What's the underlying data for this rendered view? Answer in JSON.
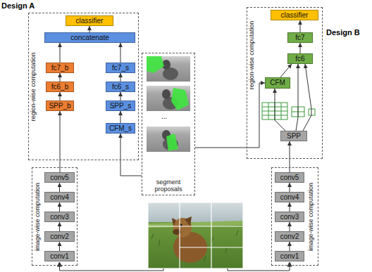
{
  "diagram": {
    "nodes": [
      {
        "text": [
          "region-wise computation"
        ]
      },
      {
        "text": [
          "classifier"
        ],
        "in": 0
      },
      {
        "text": [
          "concatenate"
        ],
        "in": 0
      },
      {
        "text": [
          "fc7_b"
        ],
        "in": 0
      },
      {
        "text": [
          "fc6_b"
        ],
        "in": 0
      },
      {
        "text": [
          "SPP_b"
        ],
        "in": 0
      },
      {
        "text": [
          "fc7_s"
        ],
        "in": 0
      },
      {
        "text": [
          "fc6_s"
        ],
        "in": 0
      },
      {
        "text": [
          "SPP_s"
        ],
        "in": 0
      },
      {
        "text": [
          "CFM_s"
        ],
        "in": 0
      },
      {
        "text": [
          "region-wise computation"
        ]
      },
      {
        "text": [
          "classifier"
        ],
        "in": 10
      },
      {
        "text": [
          "fc7"
        ],
        "in": 10
      },
      {
        "text": [
          "fc6"
        ],
        "in": 10
      },
      {
        "text": [
          "CFM"
        ],
        "in": 10
      },
      {
        "text": [
          "SPP"
        ],
        "in": 10
      },
      {
        "text": [
          "segment proposals"
        ]
      },
      {
        "text": [
          "image-wise computation"
        ]
      },
      {
        "text": [
          "conv5"
        ],
        "in": 17
      },
      {
        "text": [
          "conv4"
        ],
        "in": 17
      },
      {
        "text": [
          "conv3"
        ],
        "in": 17
      },
      {
        "text": [
          "conv2"
        ],
        "in": 17
      },
      {
        "text": [
          "conv1"
        ],
        "in": 17
      },
      {
        "text": [
          "image-wise computation"
        ]
      },
      {
        "text": [
          "conv5"
        ],
        "in": 23
      },
      {
        "text": [
          "conv4"
        ],
        "in": 23
      },
      {
        "text": [
          "conv3"
        ],
        "in": 23
      },
      {
        "text": [
          "conv2"
        ],
        "in": 23
      },
      {
        "text": [
          "conv1"
        ],
        "in": 23
      }
    ],
    "edges": [
      {
        "from": 22,
        "to": 21,
        "arrow": "to"
      },
      {
        "from": 21,
        "to": 20,
        "arrow": "to"
      },
      {
        "from": 20,
        "to": 19,
        "arrow": "to"
      },
      {
        "from": 19,
        "to": 18,
        "arrow": "to"
      },
      {
        "from": 18,
        "to": 5,
        "arrow": "to"
      },
      {
        "from": 5,
        "to": 4,
        "arrow": "to"
      },
      {
        "from": 4,
        "to": 3,
        "arrow": "to"
      },
      {
        "from": 3,
        "to": 2,
        "arrow": "to"
      },
      {
        "from": 16,
        "to": 9,
        "arrow": "to"
      },
      {
        "from": 9,
        "to": 8,
        "arrow": "to"
      },
      {
        "from": 8,
        "to": 7,
        "arrow": "to"
      },
      {
        "from": 7,
        "to": 6,
        "arrow": "to"
      },
      {
        "from": 6,
        "to": 2,
        "arrow": "to"
      },
      {
        "from": 2,
        "to": 1,
        "arrow": "to"
      },
      {
        "from": 28,
        "to": 27,
        "arrow": "to"
      },
      {
        "from": 27,
        "to": 26,
        "arrow": "to"
      },
      {
        "from": 26,
        "to": 25,
        "arrow": "to"
      },
      {
        "from": 25,
        "to": 24,
        "arrow": "to"
      },
      {
        "from": 24,
        "to": 15,
        "arrow": "to"
      },
      {
        "from": 15,
        "to": 14,
        "arrow": "to"
      },
      {
        "from": 15,
        "to": 13,
        "arrow": "to"
      },
      {
        "from": 15,
        "to": 13,
        "arrow": "to"
      },
      {
        "from": 14,
        "to": 13,
        "arrow": "to"
      },
      {
        "from": 16,
        "to": 14,
        "arrow": "to"
      },
      {
        "from": 13,
        "to": 12,
        "arrow": "to"
      },
      {
        "from": 12,
        "to": 11,
        "arrow": "to"
      }
    ],
    "labels": [
      "Design A",
      "...",
      "Design B"
    ]
  }
}
